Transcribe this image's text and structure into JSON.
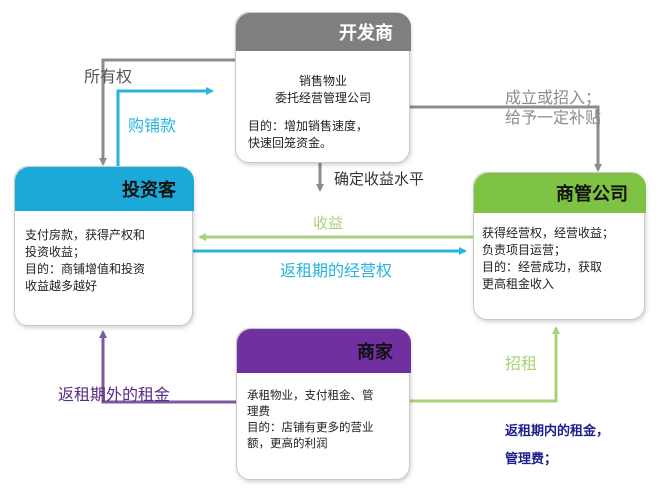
{
  "developer": {
    "title": "开发商",
    "line1": "销售物业",
    "line2": "委托经营管理公司",
    "line3": "目的：增加销售速度，",
    "line4": "快速回笼资金。"
  },
  "investor": {
    "title": "投资客",
    "line1": "支付房款，获得产权和",
    "line2": "投资收益；",
    "line3": "目的：商铺增值和投资",
    "line4": "收益越多越好"
  },
  "management": {
    "title": "商管公司",
    "line1": "获得经营权，经营收益；",
    "line2": "负责项目运营；",
    "line3": "目的：经营成功，获取",
    "line4": "更高租金收入"
  },
  "merchant": {
    "title": "商家",
    "line1": "承租物业，支付租金、管",
    "line2": "理费",
    "line3": "目的：店铺有更多的营业",
    "line4": "额，更高的利润"
  },
  "labels": {
    "ownership": "所有权",
    "purchase": "购铺款",
    "fixed_return": "确定收益水平",
    "establish_line1": "成立或招入；",
    "establish_line2": "给予一定补贴",
    "income": "收益",
    "leaseback_rights": "返租期的经营权",
    "leasing": "招租",
    "rent_outside": "返租期外的租金",
    "rent_inside_line1": "返租期内的租金，",
    "rent_inside_line2": "管理费；"
  },
  "colors": {
    "developer": "#7f7f7f",
    "investor": "#1ba9d9",
    "management": "#7dc242",
    "merchant": "#7030a0",
    "gray_arrow": "#8c8c8c",
    "cyan_arrow": "#27b4e0",
    "green_arrow": "#a9d17a",
    "purple_text": "#5b2b86",
    "navy_text": "#1f1f8c"
  }
}
